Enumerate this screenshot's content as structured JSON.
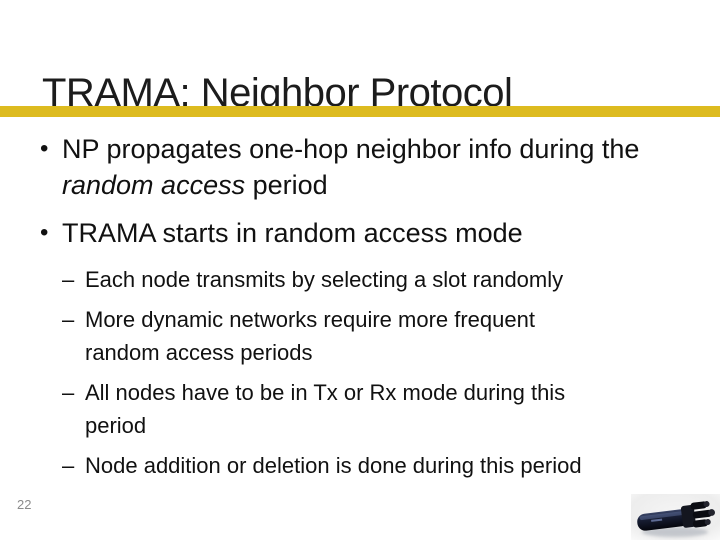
{
  "slide": {
    "title": "TRAMA: Neighbor Protocol",
    "accent_color": "#ddbb20",
    "page_number": "22",
    "bullets": [
      {
        "level": 1,
        "marker": "•",
        "runs": [
          {
            "text": "NP propagates one-hop neighbor info during the\n"
          },
          {
            "text": "random access",
            "italic": true
          },
          {
            "text": " period"
          }
        ]
      },
      {
        "level": 1,
        "marker": "•",
        "runs": [
          {
            "text": "TRAMA starts in random access mode"
          }
        ]
      },
      {
        "level": 2,
        "marker": "–",
        "runs": [
          {
            "text": "Each node transmits by selecting a slot randomly"
          }
        ]
      },
      {
        "level": 2,
        "marker": "–",
        "runs": [
          {
            "text": "More dynamic networks require more frequent\nrandom access periods"
          }
        ]
      },
      {
        "level": 2,
        "marker": "–",
        "runs": [
          {
            "text": "All nodes have to be in Tx or Rx mode during this\nperiod"
          }
        ]
      },
      {
        "level": 2,
        "marker": "–",
        "runs": [
          {
            "text": "Node addition or deletion is done during this period"
          }
        ]
      }
    ],
    "image": {
      "name": "sensor-node-photo"
    }
  }
}
